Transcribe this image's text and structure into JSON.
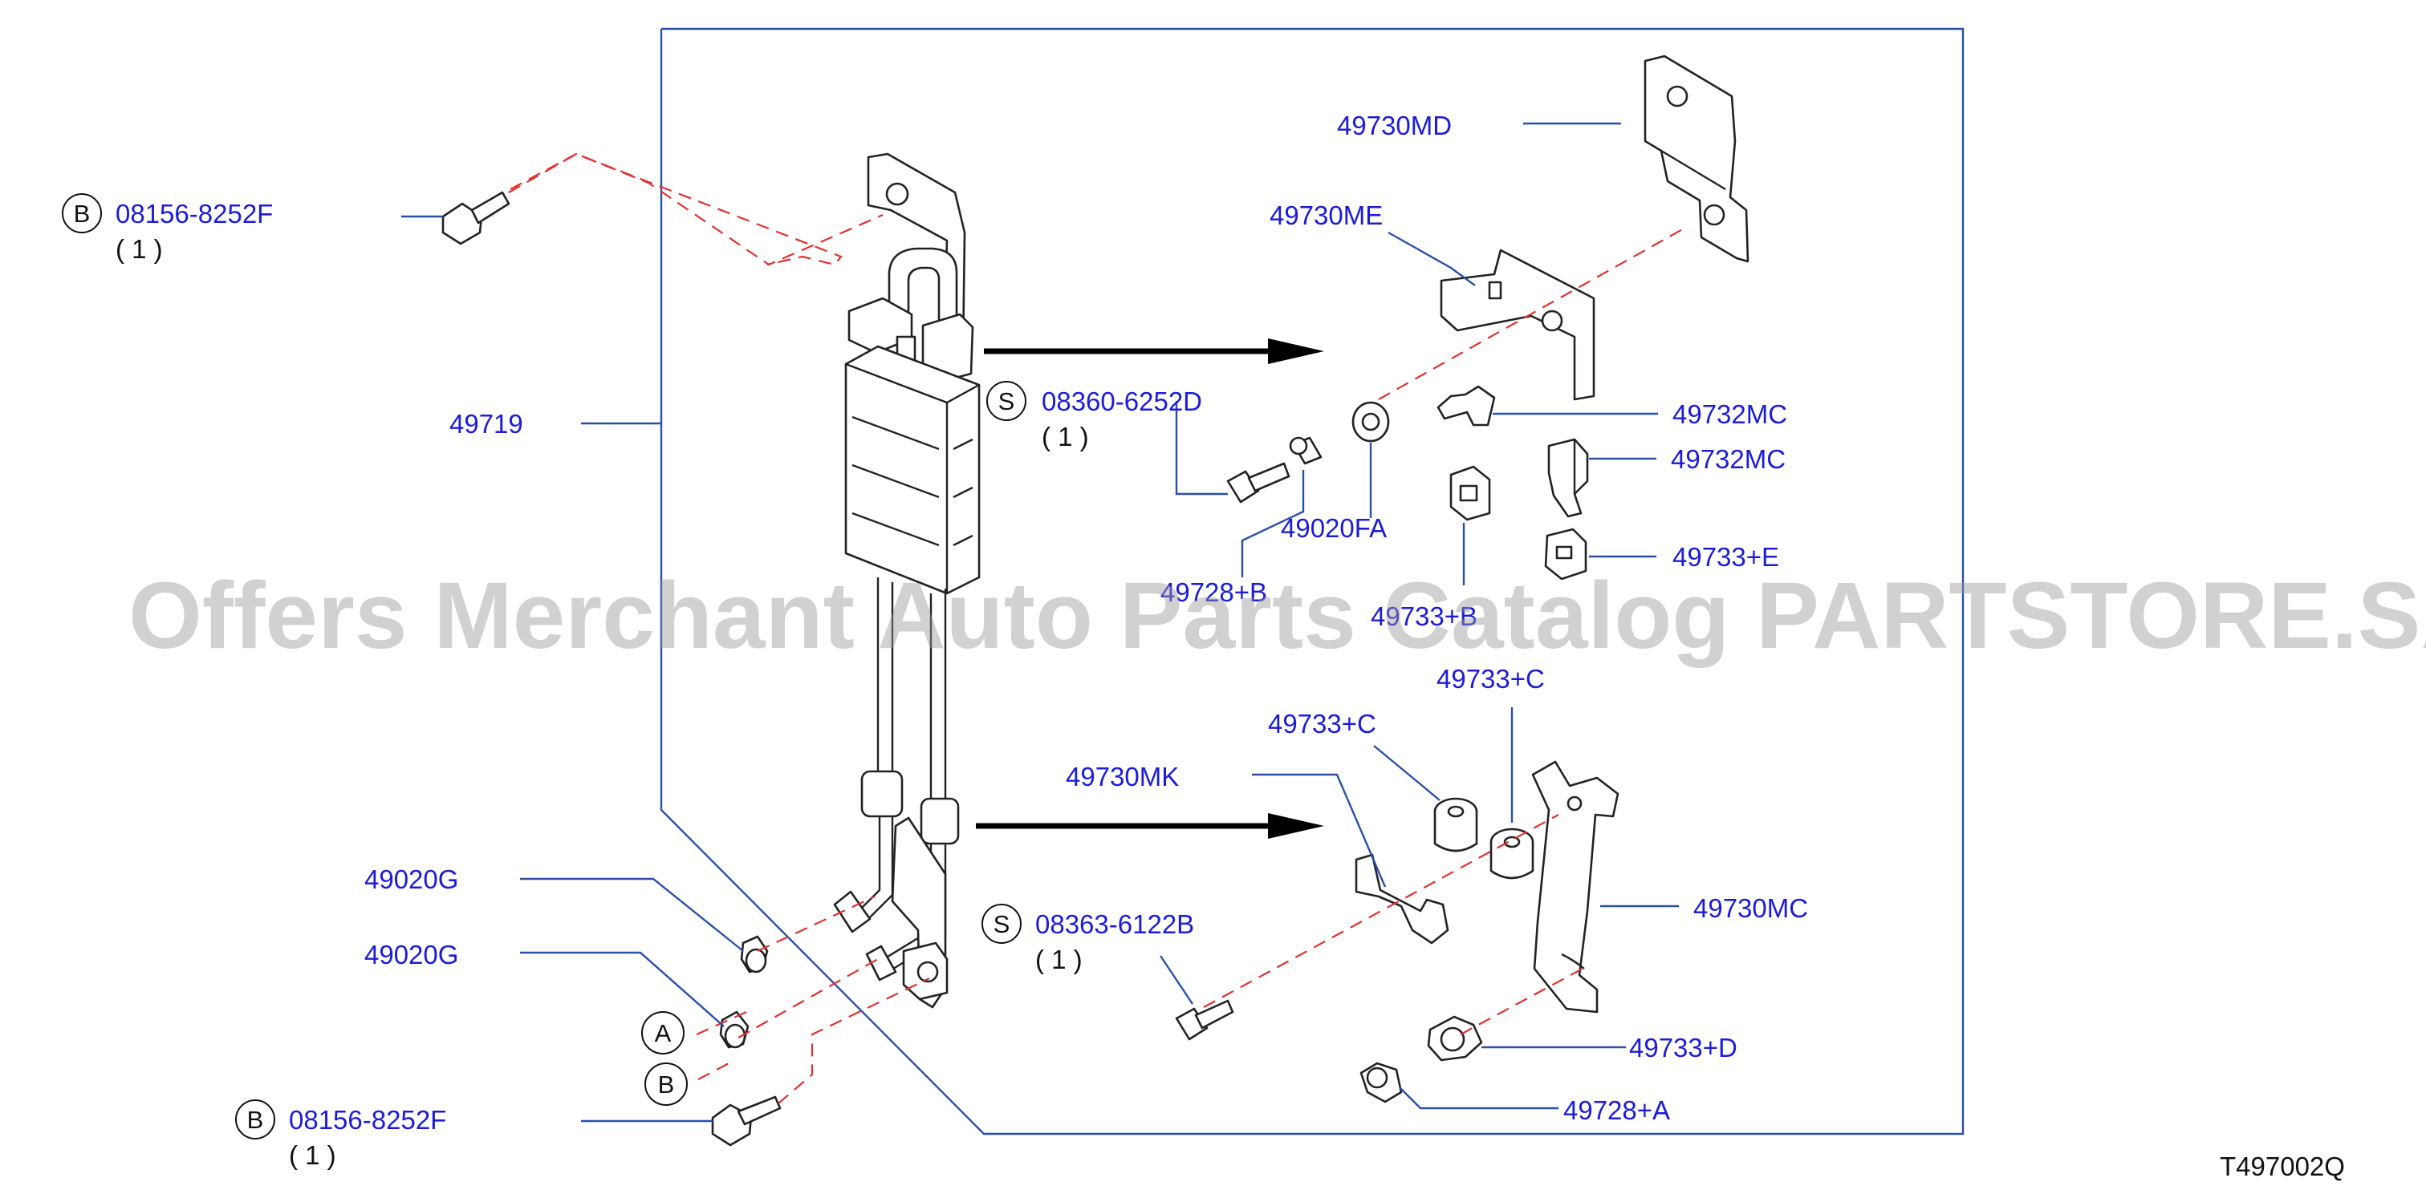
{
  "watermark": "Offers Merchant Auto Parts Catalog PARTSTORE.SA",
  "diagram_code": "T497002Q",
  "callouts": {
    "bolt_top": {
      "badge": "B",
      "part": "08156-8252F",
      "qty": "( 1 )"
    },
    "bolt_bottom": {
      "badge": "B",
      "part": "08156-8252F",
      "qty": "( 1 )"
    },
    "bolt_s_upper": {
      "badge": "S",
      "part": "08360-6252D",
      "qty": "( 1 )"
    },
    "bolt_s_lower": {
      "badge": "S",
      "part": "08363-6122B",
      "qty": "( 1 )"
    },
    "cooler": "49719",
    "bracket_md": "49730MD",
    "bracket_me": "49730ME",
    "clip_mc_1": "49732MC",
    "clip_mc_2": "49732MC",
    "grommet_e": "49733+E",
    "grommet_hidden": "49733+B",
    "spacer_fa": "49020FA",
    "collar_b": "49728+B",
    "grommet_c_1": "49733+C",
    "grommet_c_2": "49733+C",
    "bracket_mk": "49730MK",
    "bracket_mc": "49730MC",
    "grommet_d": "49733+D",
    "collar_a": "49728+A",
    "hose_clamp_1": "49020G",
    "hose_clamp_2": "49020G",
    "ref_a": "A",
    "ref_b": "B"
  },
  "colors": {
    "label": "#1c1cd8",
    "leader": "#2a4fa8",
    "dash": "#e03030"
  }
}
